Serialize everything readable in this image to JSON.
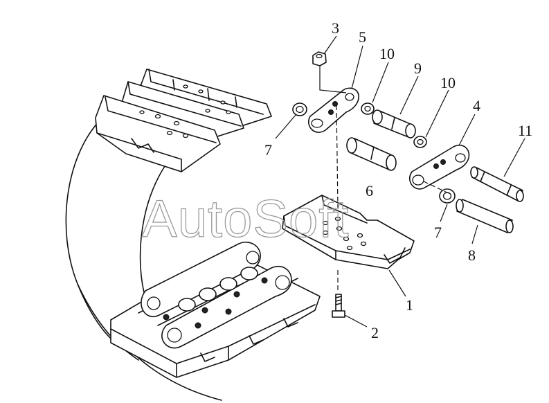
{
  "watermark": "AutoSoft",
  "callouts": [
    {
      "id": "c1",
      "label": "1"
    },
    {
      "id": "c2",
      "label": "2"
    },
    {
      "id": "c3",
      "label": "3"
    },
    {
      "id": "c4",
      "label": "4"
    },
    {
      "id": "c5",
      "label": "5"
    },
    {
      "id": "c6",
      "label": "6"
    },
    {
      "id": "c7a",
      "label": "7"
    },
    {
      "id": "c7b",
      "label": "7"
    },
    {
      "id": "c8",
      "label": "8"
    },
    {
      "id": "c9",
      "label": "9"
    },
    {
      "id": "c10a",
      "label": "10"
    },
    {
      "id": "c10b",
      "label": "10"
    },
    {
      "id": "c11",
      "label": "11"
    }
  ]
}
